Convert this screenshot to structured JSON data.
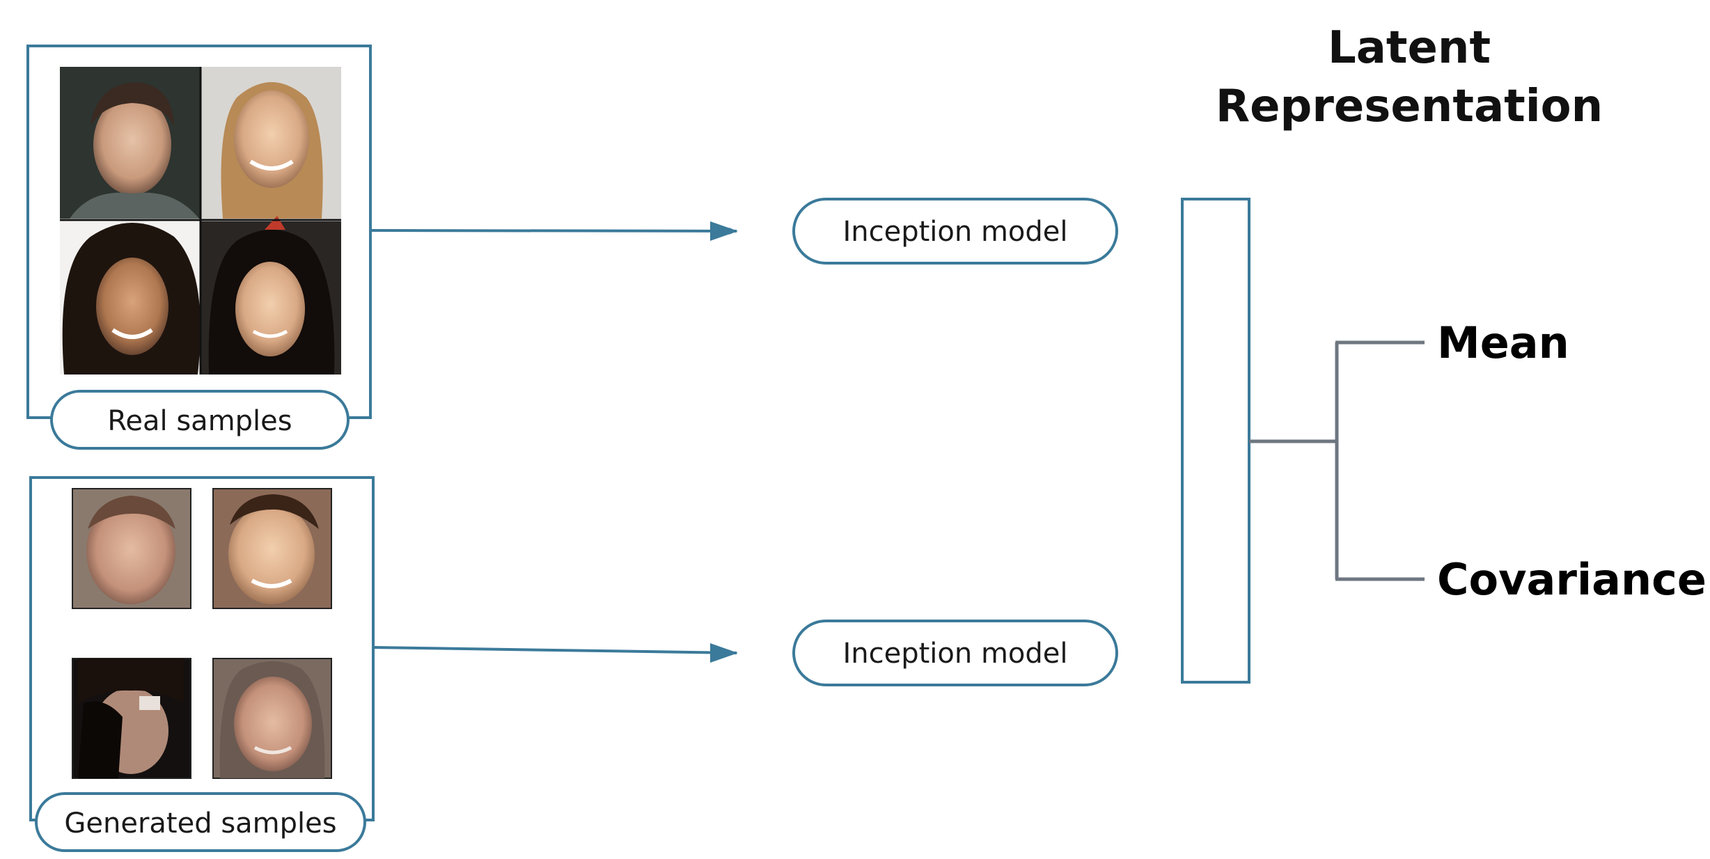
{
  "heading": {
    "line1": "Latent",
    "line2": "Representation"
  },
  "real_group": {
    "label": "Real samples"
  },
  "generated_group": {
    "label": "Generated samples"
  },
  "models": {
    "top": "Inception model",
    "bottom": "Inception model"
  },
  "outputs": {
    "mean": "Mean",
    "covariance": "Covariance"
  },
  "colors": {
    "accent": "#3b7a9a",
    "connector": "#6e7680",
    "text": "#111111",
    "background": "#ffffff"
  }
}
